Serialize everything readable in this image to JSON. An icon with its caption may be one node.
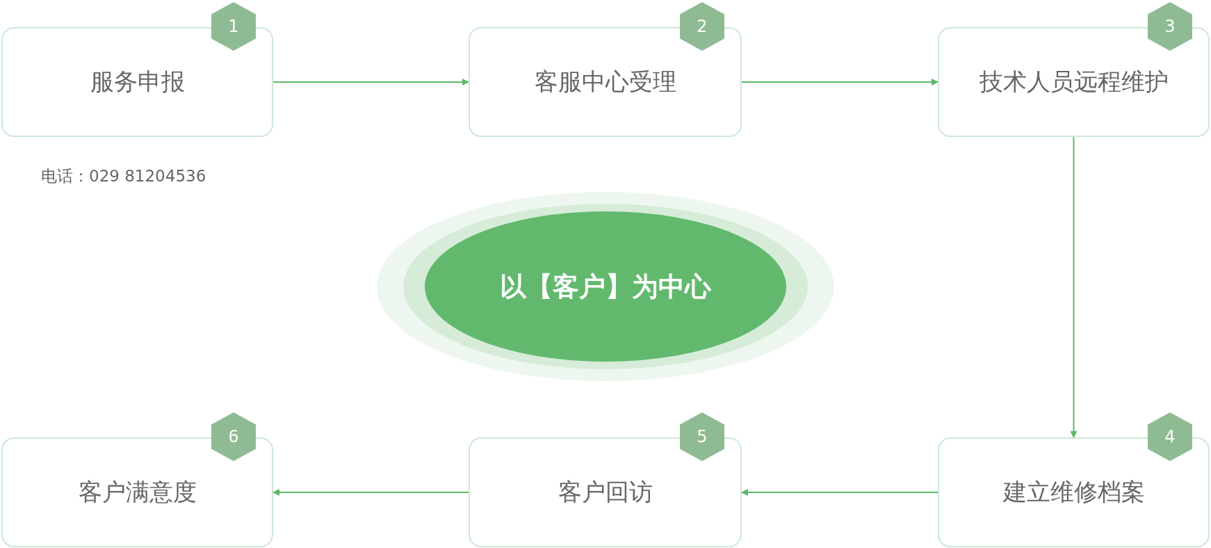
{
  "diagram": {
    "nodes": [
      {
        "text": [
          "服务申报"
        ],
        "beside": [
          "1"
        ]
      },
      {
        "text": [
          "客服中心受理"
        ],
        "beside": [
          "2"
        ]
      },
      {
        "text": [
          "技术人员远程维护"
        ],
        "beside": [
          "3"
        ]
      },
      {
        "text": [
          "建立维修档案"
        ],
        "beside": [
          "4"
        ]
      },
      {
        "text": [
          "客户回访"
        ],
        "beside": [
          "5"
        ]
      },
      {
        "text": [
          "客户满意度"
        ],
        "beside": [
          "6"
        ]
      },
      {
        "text": [
          "以【客户】为中心"
        ]
      }
    ],
    "edges": [
      {
        "from": 0,
        "to": 1,
        "arrow": "to"
      },
      {
        "from": 1,
        "to": 2,
        "arrow": "to"
      },
      {
        "from": 2,
        "to": 3,
        "arrow": "to"
      },
      {
        "from": 3,
        "to": 4,
        "arrow": "to"
      },
      {
        "from": 4,
        "to": 5,
        "arrow": "to"
      }
    ],
    "labels": [
      "电话：029 81204536"
    ]
  }
}
